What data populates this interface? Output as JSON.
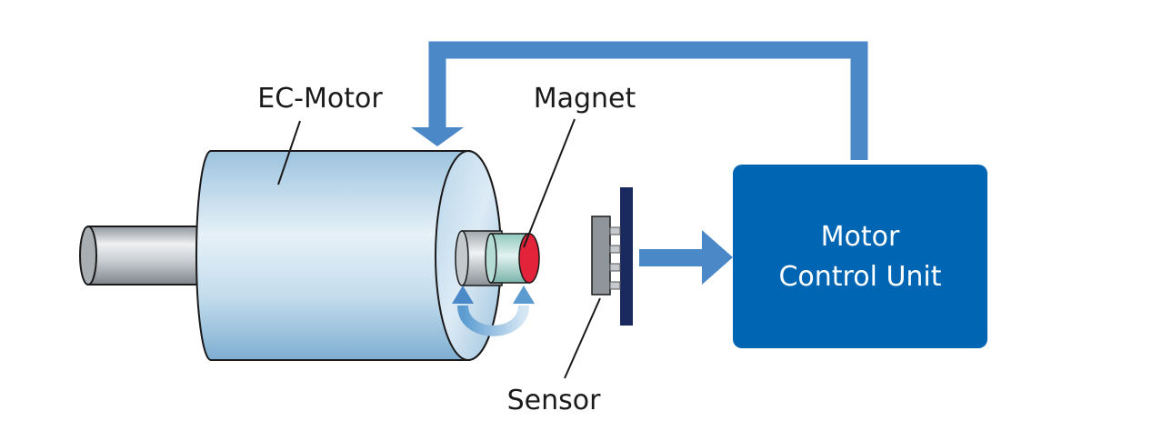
{
  "labels": {
    "ec_motor": "EC-Motor",
    "magnet": "Magnet",
    "sensor": "Sensor"
  },
  "control_unit": {
    "line1": "Motor",
    "line2": "Control Unit"
  },
  "colors": {
    "control_unit": "#0066b3",
    "feedback_arrow": "#4a88c8",
    "sensor_board": "#1a2a5e",
    "magnet": "#e3233a",
    "motor_body": "#cfe4f1"
  }
}
